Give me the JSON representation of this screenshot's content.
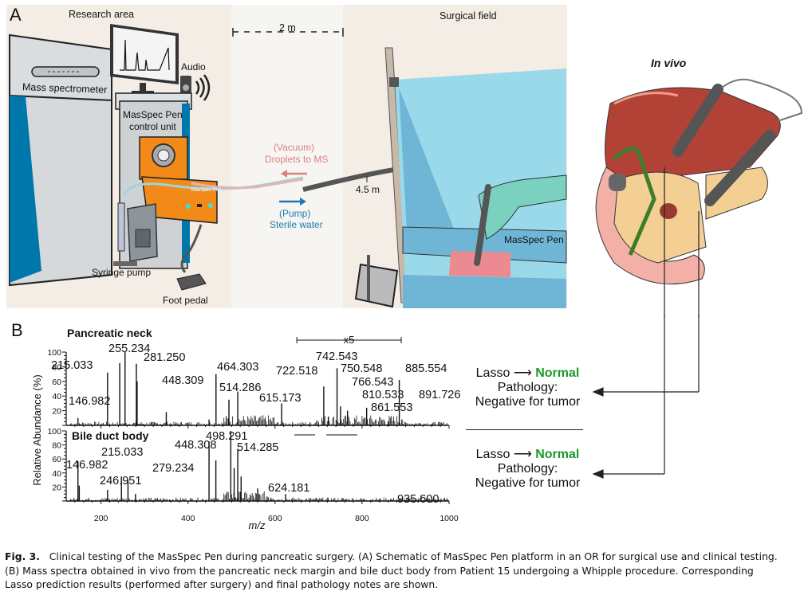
{
  "panel_a": {
    "letter": "A",
    "research_area": "Research area",
    "surgical_field": "Surgical field",
    "distance": "2 m",
    "mass_spectrometer": "Mass spectrometer",
    "audio": "Audio",
    "control_unit_line1": "MasSpec Pen",
    "control_unit_line2": "control unit",
    "device_brand": "MasSpec Pen",
    "syringe_pump": "Syringe pump",
    "foot_pedal": "Foot pedal",
    "vacuum_line1": "(Vacuum)",
    "vacuum_line2": "Droplets to MS",
    "pump_line1": "(Pump)",
    "pump_line2": "Sterile water",
    "tube_length": "4.5 m",
    "masspec_pen": "MasSpec Pen",
    "in_vivo": "In vivo",
    "colors": {
      "vacuum": "#d98080",
      "pump": "#1a7ab5",
      "drape": "#9ad9ea",
      "orange": "#f28a1a",
      "liver": "#b34236",
      "pancreas": "#f3cf94"
    }
  },
  "panel_b": {
    "letter": "B",
    "results": [
      {
        "lasso": "Lasso",
        "prediction": "Normal",
        "pathology_label": "Pathology:",
        "pathology": "Negative for tumor"
      },
      {
        "lasso": "Lasso",
        "prediction": "Normal",
        "pathology_label": "Pathology:",
        "pathology": "Negative for tumor"
      }
    ],
    "prediction_color": "#1a9a2a"
  },
  "chart_data": {
    "type": "bar",
    "ylabel": "Relative Abundance (%)",
    "xlabel": "m/z",
    "xlim": [
      120,
      1000
    ],
    "ylim": [
      0,
      100
    ],
    "x_ticks": [
      "200",
      "400",
      "600",
      "800",
      "1000"
    ],
    "y_ticks": [
      "20",
      "40",
      "60",
      "80",
      "100"
    ],
    "series": [
      {
        "name": "Pancreatic neck",
        "zoom_annotation": {
          "label": "x5",
          "range": [
            650,
            890
          ]
        },
        "peaks": [
          {
            "mz": 146.982,
            "label": "146.982",
            "value": 10
          },
          {
            "mz": 215.033,
            "label": "215.033",
            "value": 72
          },
          {
            "mz": 243.0,
            "label": "",
            "value": 85
          },
          {
            "mz": 255.234,
            "label": "255.234",
            "value": 100
          },
          {
            "mz": 281.25,
            "label": "281.250",
            "value": 84
          },
          {
            "mz": 283.0,
            "label": "",
            "value": 60
          },
          {
            "mz": 350.0,
            "label": "",
            "value": 18
          },
          {
            "mz": 448.309,
            "label": "448.309",
            "value": 8
          },
          {
            "mz": 464.303,
            "label": "464.303",
            "value": 70
          },
          {
            "mz": 494.0,
            "label": "",
            "value": 35
          },
          {
            "mz": 514.286,
            "label": "514.286",
            "value": 46
          },
          {
            "mz": 615.173,
            "label": "615.173",
            "value": 30
          },
          {
            "mz": 722.518,
            "label": "722.518",
            "value": 12
          },
          {
            "mz": 712.0,
            "label": "",
            "value": 53
          },
          {
            "mz": 742.543,
            "label": "742.543",
            "value": 78
          },
          {
            "mz": 750.548,
            "label": "750.548",
            "value": 26
          },
          {
            "mz": 766.543,
            "label": "766.543",
            "value": 20
          },
          {
            "mz": 810.533,
            "label": "810.533",
            "value": 24
          },
          {
            "mz": 861.553,
            "label": "861.553",
            "value": 6
          },
          {
            "mz": 885.554,
            "label": "885.554",
            "value": 62
          },
          {
            "mz": 891.726,
            "label": "891.726",
            "value": 8
          }
        ]
      },
      {
        "name": "Bile duct body",
        "peaks": [
          {
            "mz": 146.982,
            "label": "146.982",
            "value": 57
          },
          {
            "mz": 150.0,
            "label": "",
            "value": 22
          },
          {
            "mz": 215.033,
            "label": "215.033",
            "value": 16
          },
          {
            "mz": 246.951,
            "label": "246.951",
            "value": 35
          },
          {
            "mz": 262.0,
            "label": "",
            "value": 30
          },
          {
            "mz": 279.234,
            "label": "279.234",
            "value": 10
          },
          {
            "mz": 448.308,
            "label": "448.308",
            "value": 85
          },
          {
            "mz": 464.0,
            "label": "",
            "value": 58
          },
          {
            "mz": 498.291,
            "label": "498.291",
            "value": 100
          },
          {
            "mz": 506.0,
            "label": "",
            "value": 47
          },
          {
            "mz": 514.285,
            "label": "514.285",
            "value": 74
          },
          {
            "mz": 522.0,
            "label": "",
            "value": 35
          },
          {
            "mz": 560.0,
            "label": "",
            "value": 18
          },
          {
            "mz": 624.181,
            "label": "624.181",
            "value": 10
          },
          {
            "mz": 935.6,
            "label": "935.600",
            "value": 8
          }
        ]
      }
    ]
  },
  "caption": {
    "fig": "Fig. 3.",
    "line1": "Clinical testing of the MasSpec Pen during pancreatic surgery. (A) Schematic of MasSpec Pen platform in an OR for surgical use and clinical testing.",
    "line2": "(B) Mass spectra obtained in vivo from the pancreatic neck margin and bile duct body from Patient 15 undergoing a Whipple procedure. Corresponding",
    "line3": "Lasso prediction results (performed after surgery) and final pathology notes are shown."
  }
}
